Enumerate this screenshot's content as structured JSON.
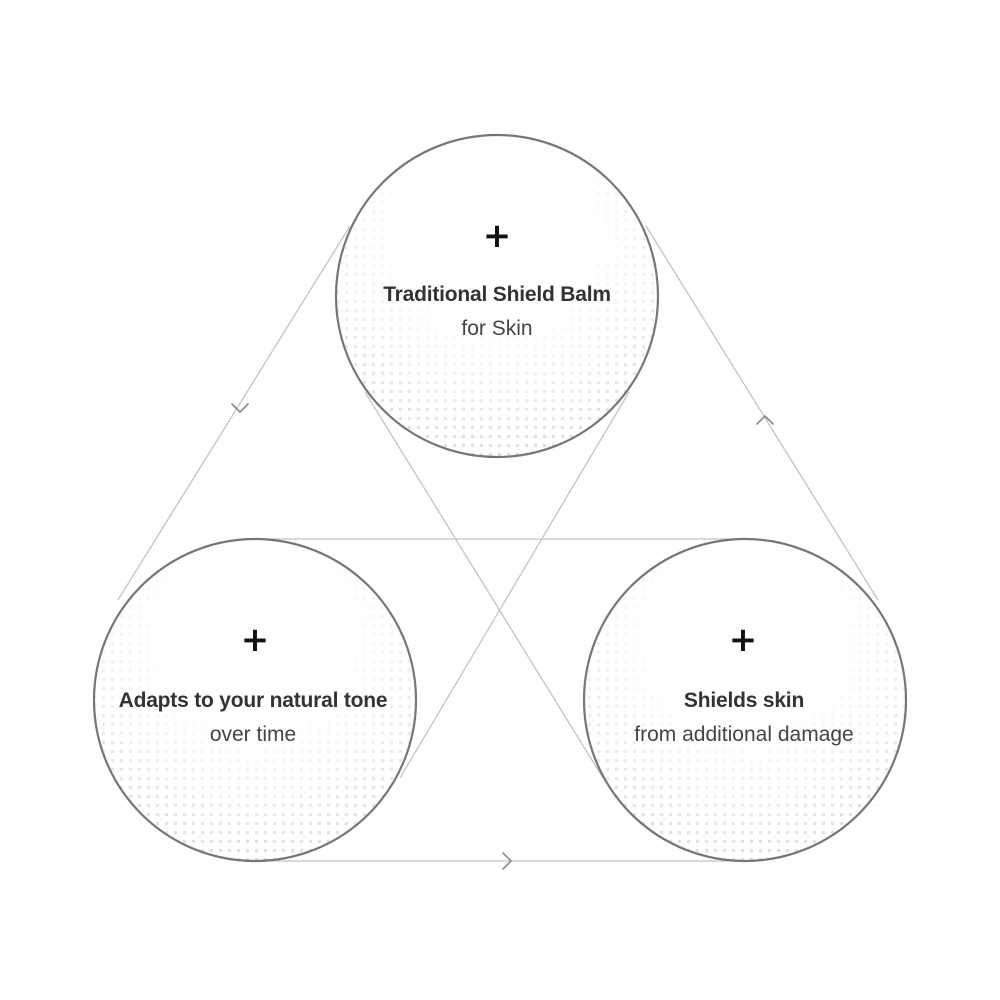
{
  "colors": {
    "circle_stroke": "#767676",
    "connector_stroke": "#c4c4c4",
    "arrow_stroke": "#8a8a8a",
    "dot_fill": "#d8d8d8",
    "title_text": "#333333",
    "subtitle_text": "#444444",
    "plus_text": "#111111"
  },
  "nodes": [
    {
      "id": "top",
      "icon": "plus-icon",
      "plus": "+",
      "title": "Traditional Shield Balm",
      "subtitle": "for Skin"
    },
    {
      "id": "left",
      "icon": "plus-icon",
      "plus": "+",
      "title": "Adapts to your natural tone",
      "subtitle": "over time"
    },
    {
      "id": "right",
      "icon": "plus-icon",
      "plus": "+",
      "title": "Shields skin",
      "subtitle": "from additional damage"
    }
  ],
  "arrows": [
    {
      "from": "top",
      "to": "left",
      "icon": "chevron-down-icon"
    },
    {
      "from": "left",
      "to": "right",
      "icon": "chevron-right-icon"
    },
    {
      "from": "right",
      "to": "top",
      "icon": "chevron-up-icon"
    }
  ]
}
